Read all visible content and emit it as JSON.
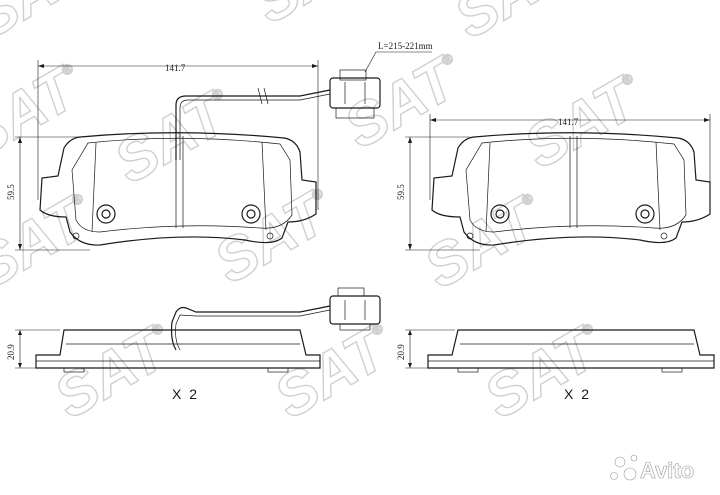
{
  "brand": {
    "watermark_text": "SAT",
    "registered_mark": "®",
    "marketplace_logo_text": "Avito"
  },
  "dimensions": {
    "width_left": "141.7",
    "width_right": "141.7",
    "height_left": "59.5",
    "height_right": "59.5",
    "thickness_left": "20.9",
    "thickness_right": "20.9",
    "sensor_length": "L=215-221mm"
  },
  "quantities": {
    "left": "X 2",
    "right": "X 2"
  },
  "colors": {
    "line": "#1a1a1a",
    "watermark": "#d0d0d0",
    "background": "#ffffff"
  }
}
